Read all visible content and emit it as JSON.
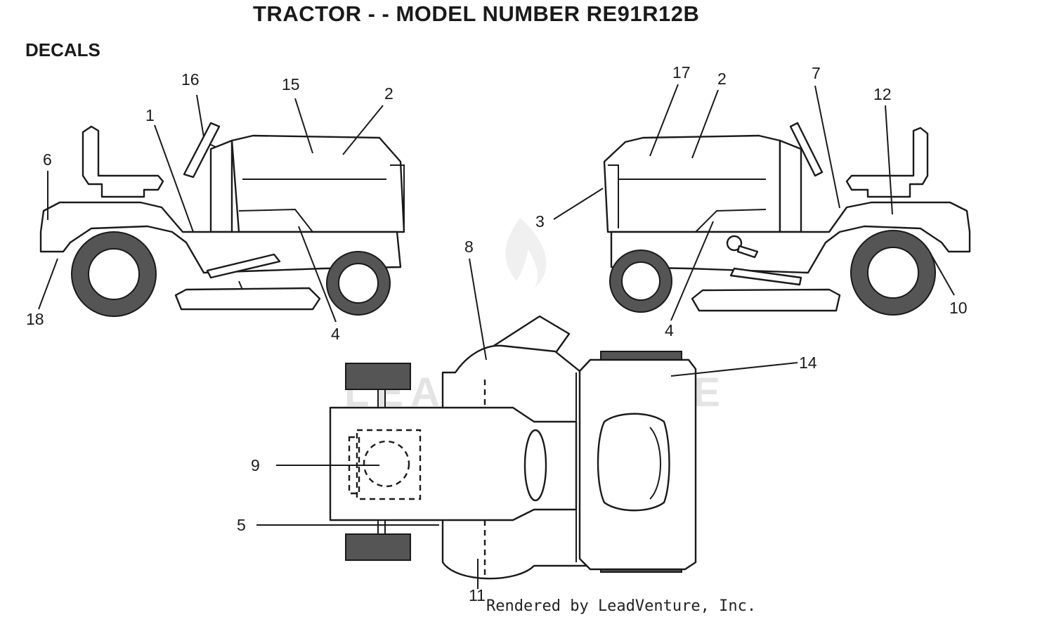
{
  "header": {
    "title": "TRACTOR - - MODEL NUMBER RE91R12B",
    "section": "DECALS"
  },
  "footer": {
    "credit": "Rendered by LeadVenture, Inc."
  },
  "watermark": {
    "brand": "LEADVENTURE"
  },
  "callouts": {
    "left_view": [
      "16",
      "15",
      "2",
      "1",
      "6",
      "18",
      "4"
    ],
    "right_view": [
      "17",
      "2",
      "7",
      "12",
      "3",
      "4",
      "10"
    ],
    "top_view": [
      "8",
      "14",
      "9",
      "5",
      "11"
    ]
  },
  "colors": {
    "line": "#1a1a1a",
    "tire": "#555555",
    "watermark": "#e2e2e2"
  }
}
